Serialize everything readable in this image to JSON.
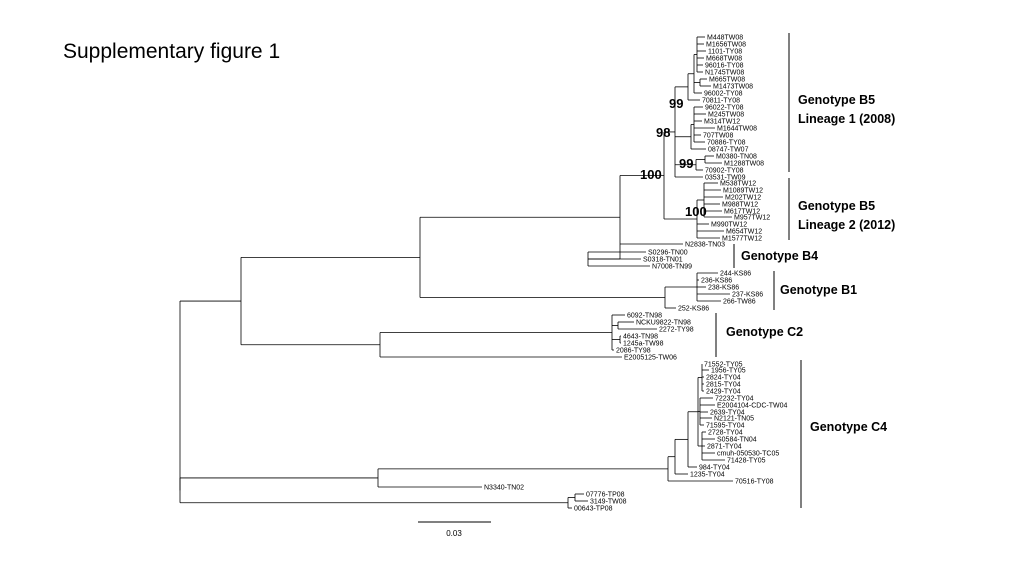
{
  "title": "Supplementary figure 1",
  "leaves": [
    "M448TW08",
    "M1656TW08",
    "1101-TY08",
    "M668TW08",
    "96016-TY08",
    "N1745TW08",
    "M665TW08",
    "M1473TW08",
    "96002-TY08",
    "70811-TY08",
    "96022-TY08",
    "M245TW08",
    "M314TW12",
    "M1644TW08",
    "707TW08",
    "70886-TY08",
    "08747-TW07",
    "M0380-TN08",
    "M1288TW08",
    "70902-TY08",
    "03531-TW09",
    "M538TW12",
    "M1089TW12",
    "M202TW12",
    "M988TW12",
    "M617TW12",
    "M957TW12",
    "M990TW12",
    "M654TW12",
    "M1577TW12",
    "N2838-TN03",
    "S0296-TN00",
    "S0318-TN01",
    "N7008-TN99",
    "244-KS86",
    "236-KS86",
    "238-KS86",
    "237-KS86",
    "266-TW86",
    "252-KS86",
    "6092-TN98",
    "NCKU9822-TN98",
    "2272-TY98",
    "4643-TN98",
    "1245a-TW98",
    "2086-TY98",
    "E2005125-TW06",
    "71552-TY05",
    "1956-TY05",
    "2824-TY04",
    "2815-TY04",
    "2429-TY04",
    "72232-TY04",
    "E2004104-CDC-TW04",
    "2639-TY04",
    "N2121-TN05",
    "71595-TY04",
    "2728-TY04",
    "S0584-TN04",
    "2871-TY04",
    "cmuh-050530-TC05",
    "71428-TY05",
    "984-TY04",
    "1235-TY04",
    "70516-TY08",
    "N3340-TN02",
    "07776-TP08",
    "3149-TW08",
    "00643-TP08"
  ],
  "support_values": [
    "99",
    "98",
    "100",
    "99",
    "100"
  ],
  "groups": [
    {
      "line1": "Genotype B5",
      "line2": "Lineage 1 (2008)"
    },
    {
      "line1": "Genotype B5",
      "line2": "Lineage 2 (2012)"
    },
    {
      "line1": "Genotype B4",
      "line2": ""
    },
    {
      "line1": "Genotype B1",
      "line2": ""
    },
    {
      "line1": "Genotype C2",
      "line2": ""
    },
    {
      "line1": "Genotype C4",
      "line2": ""
    }
  ],
  "scale_label": "0.03"
}
